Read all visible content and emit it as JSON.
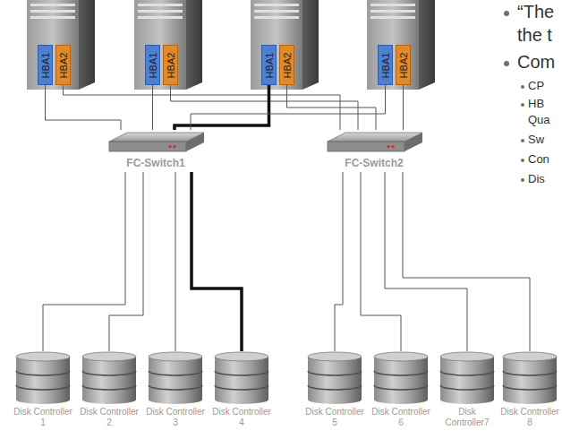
{
  "diagram": {
    "nodes": [
      {
        "text": [
          "HBA1"
        ]
      },
      {
        "text": [
          "HBA2"
        ]
      },
      {
        "text": [
          "HBA1"
        ]
      },
      {
        "text": [
          "HBA2"
        ]
      },
      {
        "text": [
          "HBA1"
        ]
      },
      {
        "text": [
          "HBA2"
        ]
      },
      {
        "text": [
          "HBA1"
        ]
      },
      {
        "text": [
          "HBA2"
        ]
      },
      {
        "text": [
          "FC-Switch1"
        ]
      },
      {
        "text": [
          "FC-Switch2"
        ]
      },
      {
        "text": [
          "Disk Controller 1"
        ]
      },
      {
        "text": [
          "Disk Controller 2"
        ]
      },
      {
        "text": [
          "Disk Controller 3"
        ]
      },
      {
        "text": [
          "Disk Controller 4"
        ]
      },
      {
        "text": [
          "Disk Controller 5"
        ]
      },
      {
        "text": [
          "Disk Controller 6"
        ]
      },
      {
        "text": [
          "Disk Controller7"
        ]
      },
      {
        "text": [
          "Disk Controller 8"
        ]
      }
    ],
    "edges": [
      {
        "from": 0,
        "to": 8,
        "arrow": "none"
      },
      {
        "from": 1,
        "to": 9,
        "arrow": "none"
      },
      {
        "from": 2,
        "to": 8,
        "arrow": "none"
      },
      {
        "from": 3,
        "to": 9,
        "arrow": "none"
      },
      {
        "from": 4,
        "to": 8,
        "arrow": "none"
      },
      {
        "from": 5,
        "to": 9,
        "arrow": "none"
      },
      {
        "from": 6,
        "to": 8,
        "arrow": "none"
      },
      {
        "from": 7,
        "to": 9,
        "arrow": "none"
      },
      {
        "from": 8,
        "to": 10,
        "arrow": "none"
      },
      {
        "from": 8,
        "to": 11,
        "arrow": "none"
      },
      {
        "from": 8,
        "to": 12,
        "arrow": "none"
      },
      {
        "from": 8,
        "to": 13,
        "arrow": "none"
      },
      {
        "from": 9,
        "to": 14,
        "arrow": "none"
      },
      {
        "from": 9,
        "to": 15,
        "arrow": "none"
      },
      {
        "from": 9,
        "to": 16,
        "arrow": "none"
      },
      {
        "from": 9,
        "to": 17,
        "arrow": "none"
      }
    ],
    "labels": [
      "“The",
      "the t",
      "Com",
      "CP",
      "HB",
      "Qua",
      "Sw",
      "Con",
      "Dis"
    ]
  }
}
